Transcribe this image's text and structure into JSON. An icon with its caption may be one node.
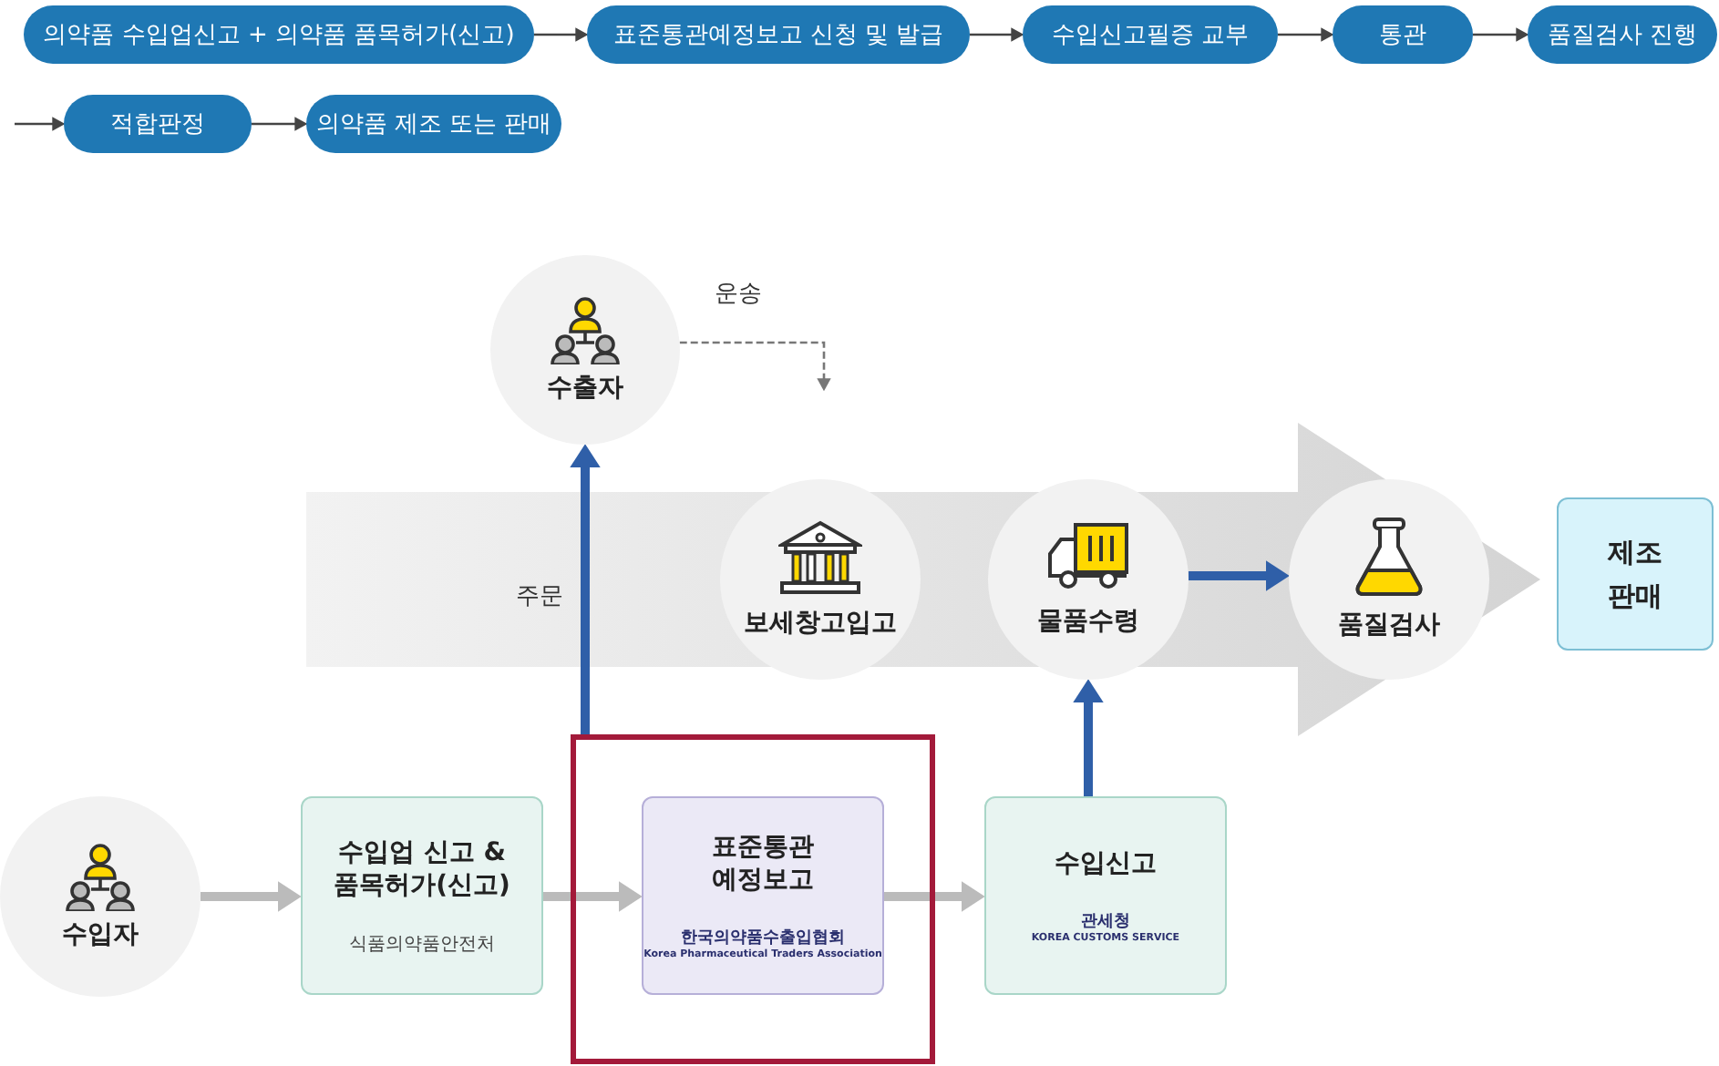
{
  "diagram": {
    "nodes": [
      {
        "text": [
          "의약품 수입업신고 + 의약품 품목허가(신고)"
        ]
      },
      {
        "text": [
          "표준통관예정보고 신청 및 발급"
        ]
      },
      {
        "text": [
          "수입신고필증 교부"
        ]
      },
      {
        "text": [
          "통관"
        ]
      },
      {
        "text": [
          "품질검사 진행"
        ]
      },
      {
        "text": [
          "적합판정"
        ]
      },
      {
        "text": [
          "의약품 제조 또는 판매"
        ]
      },
      {
        "text": [
          "수출자"
        ]
      },
      {
        "text": [
          "보세창고입고"
        ]
      },
      {
        "text": [
          "물품수령"
        ]
      },
      {
        "text": [
          "품질검사"
        ]
      },
      {
        "text": [
          "제조 판매"
        ]
      },
      {
        "text": [
          "수입자"
        ]
      },
      {
        "text": [
          "수입업 신고 & 품목허가(신고)",
          "식품의약품안전처"
        ]
      },
      {
        "text": [],
        "shape": "box"
      },
      {
        "text": [
          "표준통관 예정보고",
          "한국의약품수출입협회",
          "Korea Pharmaceutical Traders Association"
        ],
        "in": 14
      },
      {
        "text": [
          "수입신고",
          "관세청",
          "KOREA CUSTOMS SERVICE"
        ]
      }
    ],
    "edges": [
      {
        "from": 0,
        "to": 1,
        "arrow": "to"
      },
      {
        "from": 1,
        "to": 2,
        "arrow": "to"
      },
      {
        "from": 2,
        "to": 3,
        "arrow": "to"
      },
      {
        "from": 3,
        "to": 4,
        "arrow": "to"
      },
      {
        "from": null,
        "to": 5,
        "arrow": "to"
      },
      {
        "from": 5,
        "to": 6,
        "arrow": "to"
      },
      {
        "from": 12,
        "to": 13,
        "arrow": "to",
        "style": "thick",
        "color": "#bbbbbb"
      },
      {
        "from": 13,
        "to": 15,
        "arrow": "to",
        "style": "thick",
        "color": "#bbbbbb"
      },
      {
        "from": 15,
        "to": 16,
        "arrow": "to",
        "style": "thick",
        "color": "#bbbbbb"
      },
      {
        "from": 16,
        "to": 9,
        "arrow": "to",
        "style": "thick",
        "color": "#2f5fa8"
      },
      {
        "from": 14,
        "to": 7,
        "label": "주문",
        "arrow": "to",
        "style": "thick",
        "color": "#2f5fa8"
      },
      {
        "from": 9,
        "to": 10,
        "arrow": "to",
        "style": "thick",
        "color": "#2f5fa8"
      },
      {
        "from": 7,
        "to": null,
        "label": "운송",
        "arrow": "to",
        "style": "dashed"
      }
    ]
  }
}
